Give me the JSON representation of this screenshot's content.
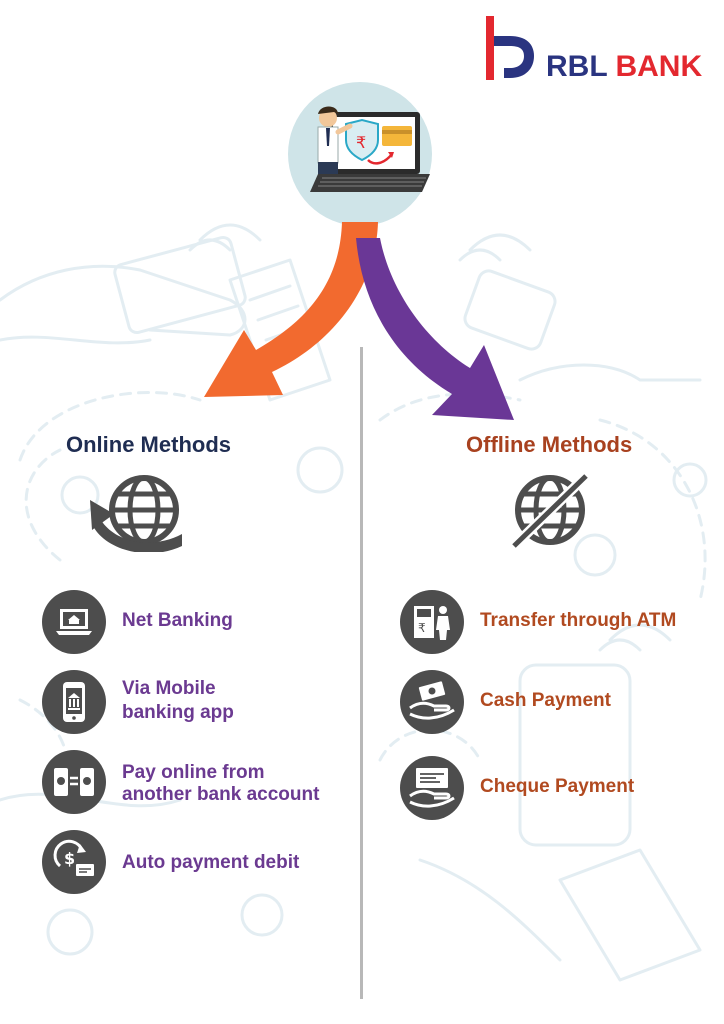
{
  "brand": {
    "name_part1": "RBL",
    "name_part2": "BANK",
    "colors": {
      "navy": "#2a3480",
      "red": "#e3282f"
    }
  },
  "hero": {
    "icon": "person-laptop-shield-card-icon",
    "background": "#cfe4e8"
  },
  "arrows": {
    "left_color": "#f26a2f",
    "right_color": "#6a3796"
  },
  "online": {
    "heading": "Online Methods",
    "icon": "globe-arrow-icon",
    "items": [
      {
        "icon": "laptop-bank-icon",
        "line1": "Net Banking",
        "line2": ""
      },
      {
        "icon": "mobile-bank-icon",
        "line1": "Via Mobile",
        "line2": "banking app"
      },
      {
        "icon": "phone-transfer-icon",
        "line1": "Pay online from",
        "line2": "another bank account"
      },
      {
        "icon": "auto-debit-icon",
        "line1": "Auto payment debit",
        "line2": ""
      }
    ]
  },
  "offline": {
    "heading": "Offline Methods",
    "icon": "globe-crossed-icon",
    "items": [
      {
        "icon": "atm-icon",
        "line1": "Transfer through ATM",
        "line2": ""
      },
      {
        "icon": "cash-hand-icon",
        "line1": "Cash Payment",
        "line2": ""
      },
      {
        "icon": "cheque-hand-icon",
        "line1": "Cheque Payment",
        "line2": ""
      }
    ]
  },
  "colors": {
    "online_heading": "#1f2d52",
    "offline_heading": "#a8411f",
    "online_text": "#6b3a91",
    "offline_text": "#b14a20",
    "icon_circle": "#4d4d4d"
  }
}
